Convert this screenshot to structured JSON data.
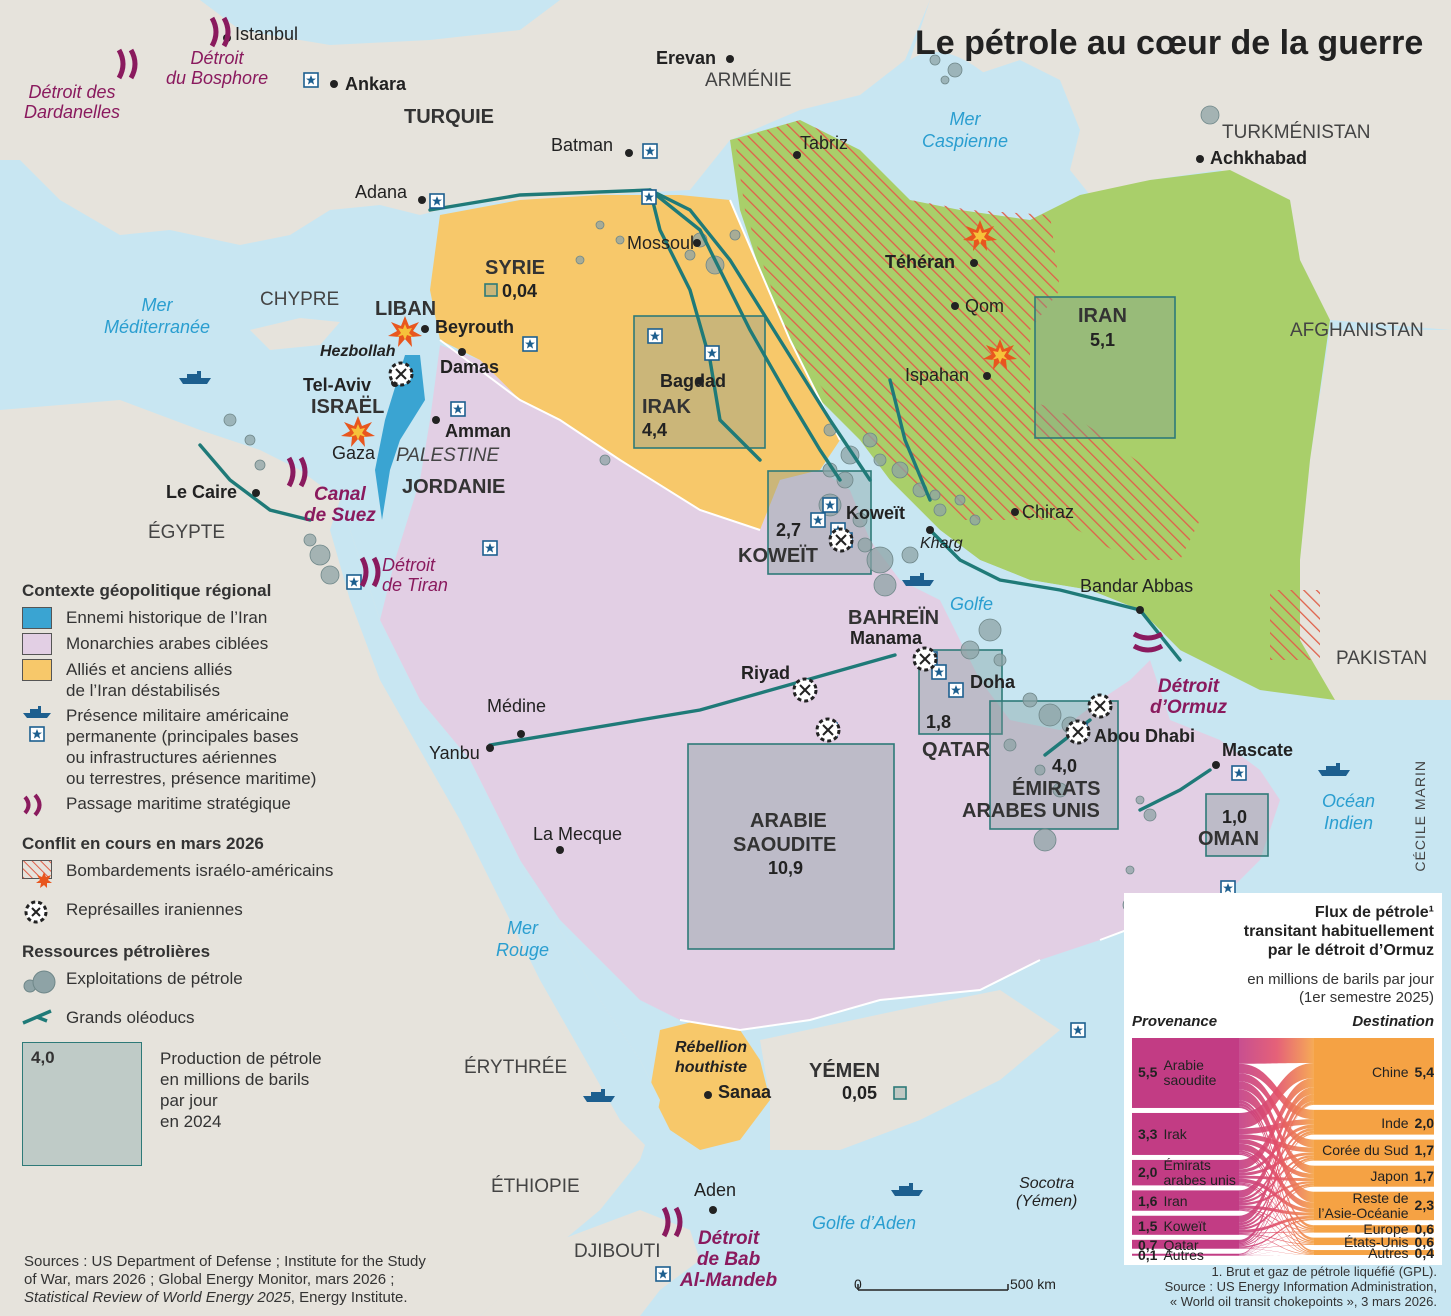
{
  "title": "Le pétrole au cœur de la guerre",
  "colors": {
    "sea": "#c8e6f2",
    "land": "#e6e3dc",
    "iran": "#a9cf6a",
    "israel": "#3aa4d2",
    "monarchies": "#e2cfe4",
    "allies": "#f7c86a",
    "military": "#1d5f8f",
    "strait": "#8a1a5e",
    "pipeline": "#1f7a78",
    "oil": "#8ea3a6",
    "hatch": "#e0604a"
  },
  "countries": {
    "turquie": "TURQUIE",
    "armenie": "ARMÉNIE",
    "turkmenistan": "TURKMÉNISTAN",
    "syrie": "SYRIE",
    "chypre": "CHYPRE",
    "liban": "LIBAN",
    "israel": "ISRAËL",
    "palestine": "PALESTINE",
    "jordanie": "JORDANIE",
    "egypte": "ÉGYPTE",
    "irak": "IRAK",
    "iran": "IRAN",
    "afghanistan": "AFGHANISTAN",
    "pakistan": "PAKISTAN",
    "koweit": "KOWEÏT",
    "bahrein": "BAHREÏN",
    "qatar": "QATAR",
    "emirats_1": "ÉMIRATS",
    "emirats_2": "ARABES UNIS",
    "oman": "OMAN",
    "arabie_1": "ARABIE",
    "arabie_2": "SAOUDITE",
    "yemen": "YÉMEN",
    "erythree": "ÉRYTHRÉE",
    "ethiopie": "ÉTHIOPIE",
    "djibouti": "DJIBOUTI"
  },
  "production": {
    "syrie": "0,04",
    "iran": "5,1",
    "irak": "4,4",
    "koweit": "2,7",
    "qatar": "1,8",
    "emirats": "4,0",
    "oman": "1,0",
    "arabie": "10,9",
    "yemen": "0,05"
  },
  "cities": {
    "istanbul": "Istanbul",
    "ankara": "Ankara",
    "erevan": "Erevan",
    "tabriz": "Tabriz",
    "achkhabad": "Achkhabad",
    "batman": "Batman",
    "adana": "Adana",
    "mossoul": "Mossoul",
    "teheran": "Téhéran",
    "qom": "Qom",
    "ispahan": "Ispahan",
    "beyrouth": "Beyrouth",
    "damas": "Damas",
    "telaviv": "Tel-Aviv",
    "amman": "Amman",
    "gaza": "Gaza",
    "lecaire": "Le Caire",
    "bagdad": "Bagdad",
    "koweit": "Koweït",
    "kharg": "Kharg",
    "chiraz": "Chiraz",
    "bandarabbas": "Bandar Abbas",
    "manama": "Manama",
    "doha": "Doha",
    "abudhabi": "Abou Dhabi",
    "mascate": "Mascate",
    "riyad": "Riyad",
    "medine": "Médine",
    "yanbu": "Yanbu",
    "lamecque": "La Mecque",
    "sanaa": "Sanaa",
    "aden": "Aden",
    "socotra_1": "Socotra",
    "socotra_2": "(Yémen)"
  },
  "groups": {
    "hezbollah": "Hezbollah",
    "houthi_1": "Rébellion",
    "houthi_2": "houthiste"
  },
  "seas": {
    "caspienne_1": "Mer",
    "caspienne_2": "Caspienne",
    "medit_1": "Mer",
    "medit_2": "Méditerranée",
    "golfe": "Golfe",
    "rouge_1": "Mer",
    "rouge_2": "Rouge",
    "indien_1": "Océan",
    "indien_2": "Indien",
    "aden": "Golfe d’Aden"
  },
  "straits": {
    "dardanelles_1": "Détroit des",
    "dardanelles_2": "Dardanelles",
    "bosphore_1": "Détroit",
    "bosphore_2": "du Bosphore",
    "suez_1": "Canal",
    "suez_2": "de Suez",
    "tiran_1": "Détroit",
    "tiran_2": "de Tiran",
    "ormuz_1": "Détroit",
    "ormuz_2": "d’Ormuz",
    "bab_1": "Détroit",
    "bab_2": "de Bab",
    "bab_3": "Al-Mandeb"
  },
  "legend": {
    "section1": "Contexte géopolitique régional",
    "ennemi": "Ennemi historique de l’Iran",
    "monarchies": "Monarchies arabes ciblées",
    "allies_1": "Alliés et anciens alliés",
    "allies_2": "de l’Iran déstabilisés",
    "militaire_1": "Présence militaire américaine",
    "militaire_2": "permanente (principales bases",
    "militaire_3": "ou infrastructures aériennes",
    "militaire_4": "ou terrestres, présence maritime)",
    "passage": "Passage maritime stratégique",
    "section2": "Conflit en cours en mars 2026",
    "bombardements": "Bombardements israélo-américains",
    "represailles": "Représailles iraniennes",
    "section3": "Ressources pétrolières",
    "exploitations": "Exploitations de pétrole",
    "oleoducs": "Grands oléoducs",
    "sample_value": "4,0",
    "prod_1": "Production de pétrole",
    "prod_2": "en millions de barils",
    "prod_3": "par jour",
    "prod_4": "en 2024"
  },
  "flow": {
    "title_1": "Flux de pétrole¹",
    "title_2": "transitant habituellement",
    "title_3": "par le détroit d’Ormuz",
    "sub_1": "en millions de barils par jour",
    "sub_2": "(1er semestre 2025)",
    "provenance_label": "Provenance",
    "destination_label": "Destination",
    "provenance": [
      {
        "name_1": "Arabie",
        "name_2": "saoudite",
        "value": "5,5"
      },
      {
        "name_1": "Irak",
        "name_2": "",
        "value": "3,3"
      },
      {
        "name_1": "Émirats",
        "name_2": "arabes unis",
        "value": "2,0"
      },
      {
        "name_1": "Iran",
        "name_2": "",
        "value": "1,6"
      },
      {
        "name_1": "Koweït",
        "name_2": "",
        "value": "1,5"
      },
      {
        "name_1": "Qatar",
        "name_2": "",
        "value": "0,7"
      },
      {
        "name_1": "Autres",
        "name_2": "",
        "value": "0,1"
      }
    ],
    "destination": [
      {
        "name_1": "Chine",
        "name_2": "",
        "value": "5,4"
      },
      {
        "name_1": "Inde",
        "name_2": "",
        "value": "2,0"
      },
      {
        "name_1": "Corée du Sud",
        "name_2": "",
        "value": "1,7"
      },
      {
        "name_1": "Japon",
        "name_2": "",
        "value": "1,7"
      },
      {
        "name_1": "Reste de",
        "name_2": "l’Asie-Océanie",
        "value": "2,3"
      },
      {
        "name_1": "Europe",
        "name_2": "",
        "value": "0,6"
      },
      {
        "name_1": "États-Unis",
        "name_2": "",
        "value": "0,6"
      },
      {
        "name_1": "Autres",
        "name_2": "",
        "value": "0,4"
      }
    ]
  },
  "sources": {
    "line_1": "Sources : US Department of Defense ; Institute for the Study",
    "line_2": "of War, mars 2026 ; Global Energy Monitor, mars 2026 ;",
    "line_3": "Statistical Review of World Energy 2025",
    "line_3b": ", Energy Institute."
  },
  "notes": {
    "note_1": "1. Brut et gaz de pétrole liquéfié (GPL).",
    "note_2": "Source : US Energy Information Administration,",
    "note_3": "« World oil transit chokepoints », 3 mars 2026."
  },
  "credit": "CÉCILE MARIN",
  "scale": {
    "zero": "0",
    "distance": "500 km"
  }
}
